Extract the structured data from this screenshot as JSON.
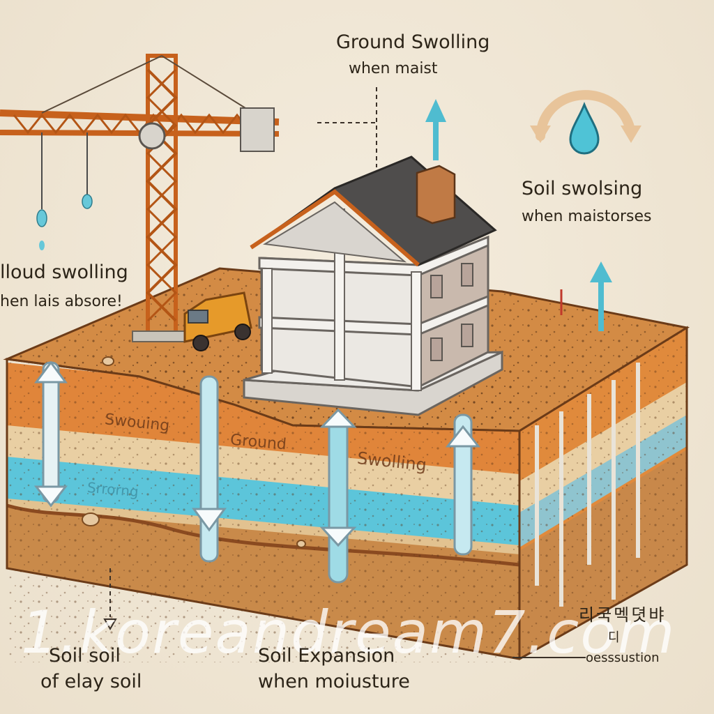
{
  "labels": {
    "top_title_1": "Ground Swolling",
    "top_title_2": "when maist",
    "right_title_1": "Soil swolsing",
    "right_title_2": "when maistorses",
    "left_title_1": "lloud swolling",
    "left_title_2": "hen lais absore!",
    "bottom_left_1": "Soil soil",
    "bottom_left_2": "of elay soil",
    "bottom_center_1": "Soil Expansion",
    "bottom_center_2": "when moiusture",
    "bottom_right_glyphs": "리국멕뎟뱌",
    "bottom_right_small": "디",
    "bottom_right_word": "oesssustion"
  },
  "layer_labels": {
    "swouing": "Swouing",
    "ground": "Ground",
    "swolling": "Swolling",
    "srrorng": "Srrorng"
  },
  "watermark": "1.koreandream7.com",
  "colors": {
    "background": "#efe6d6",
    "soil_orange": "#e0853a",
    "soil_sand": "#e9cfa3",
    "water": "#5cc5da",
    "soil_brown": "#c98a4a",
    "crane": "#c7611c",
    "roof": "#4f4d4c"
  }
}
